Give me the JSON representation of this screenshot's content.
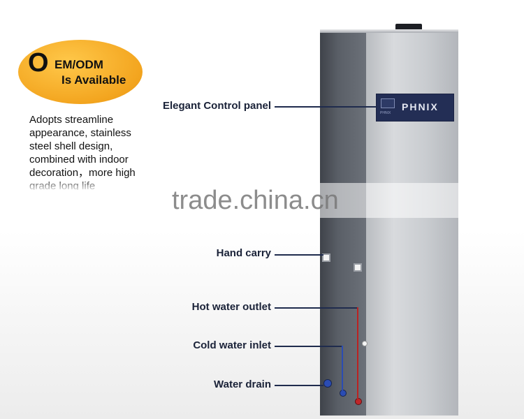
{
  "badge": {
    "o_letter": "O",
    "line1": "EM/ODM",
    "line2": "Is Available"
  },
  "description": "Adopts streamline appearance, stainless steel shell design, combined with indoor decoration，more high grade long life",
  "product": {
    "brand": "PHNIX",
    "panel_small_text": "PHNIX"
  },
  "callouts": {
    "control_panel": "Elegant Control panel",
    "hand_carry": "Hand carry",
    "hot_water_outlet": "Hot water outlet",
    "cold_water_inlet": "Cold water inlet",
    "water_drain": "Water drain"
  },
  "watermark": "trade.china.cn",
  "colors": {
    "badge": "#f3a51f",
    "label_text": "#1a2238",
    "panel": "#232e55",
    "hot_port": "#c0262a",
    "cold_port": "#2b4cb3"
  }
}
